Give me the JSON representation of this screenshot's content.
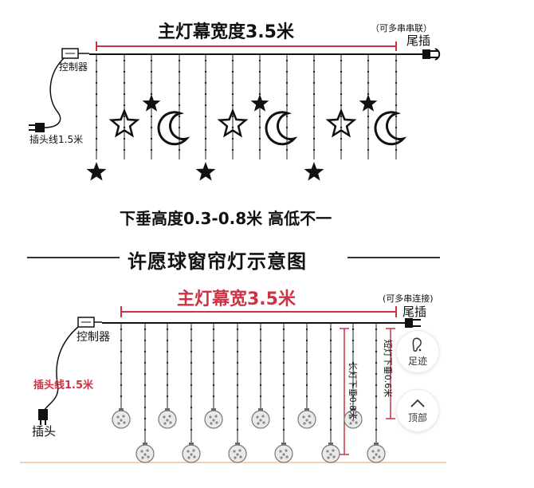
{
  "top_diagram": {
    "width_label": "主灯幕宽度3.5米",
    "chain_note": "（可多串串联）",
    "tail_plug": "尾插",
    "controller": "控制器",
    "plug_cable": "插头线1.5米",
    "drop_height": "下垂高度0.3-0.8米 高低不一",
    "colors": {
      "accent": "#cc3344",
      "line": "#111111"
    }
  },
  "section_title": "许愿球窗帘灯示意图",
  "bottom_diagram": {
    "width_label": "主灯幕宽3.5米",
    "chain_note": "(可多串连接)",
    "tail_plug": "尾插",
    "controller": "控制器",
    "plug_cable": "插头线1.5米",
    "plug": "插头",
    "long_light": "长灯下垂0.8米",
    "short_light": "短灯下垂0.6米",
    "colors": {
      "accent": "#cc3344",
      "line": "#111111"
    }
  },
  "floating_buttons": {
    "footprint": {
      "label": "足迹",
      "icon": "footprint-icon"
    },
    "top": {
      "label": "顶部",
      "icon": "chevron-up-icon"
    }
  }
}
